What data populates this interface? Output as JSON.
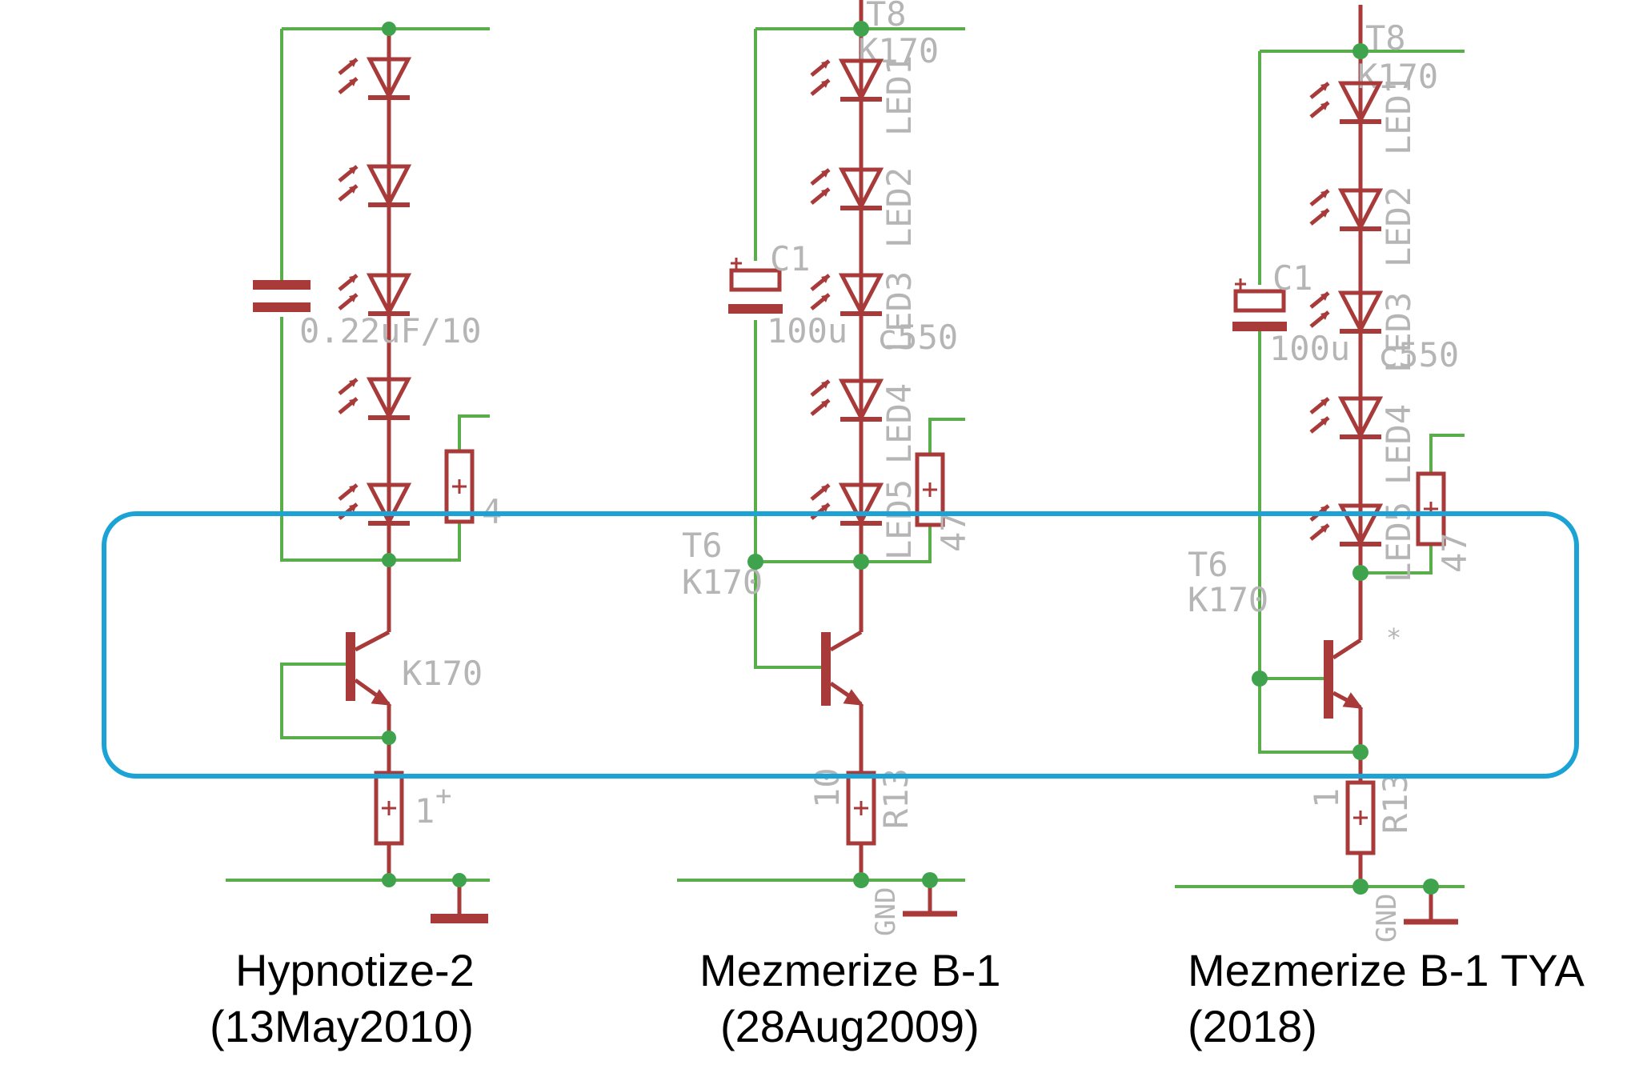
{
  "schematics": [
    {
      "id": "hypnotize2",
      "caption_line1": "Hypnotize-2",
      "caption_line2": "(13May2010)",
      "cap_label": "0.22uF/10",
      "transistor_label": "K170",
      "resistor_label": "1",
      "resistor_mark": "+",
      "sense_label": "4"
    },
    {
      "id": "mezmerizeb1",
      "caption_line1": "Mezmerize B-1",
      "caption_line2": "(28Aug2009)",
      "cap_name": "C1",
      "cap_label": "100u",
      "top_label_a": "T8",
      "top_label_b": "K170",
      "led_labels": [
        "LED1",
        "LED2",
        "LED3",
        "LED4",
        "LED5"
      ],
      "net_label": "c550",
      "node_label_a": "T6",
      "node_label_b": "K170",
      "resistor_name": "R13",
      "resistor_value": "10",
      "sense_label": "47",
      "ground_label": "GND"
    },
    {
      "id": "mezmerizeb1tya",
      "caption_line1": "Mezmerize B-1 TYA",
      "caption_line2": "(2018)",
      "cap_name": "C1",
      "cap_label": "100u",
      "top_label_a": "T8",
      "top_label_b": "K170",
      "led_labels": [
        "LED1",
        "LED2",
        "LED3",
        "LED4",
        "LED5"
      ],
      "net_label": "c550",
      "node_label_a": "T6",
      "node_label_b": "K170",
      "asterisk": "*",
      "resistor_name": "R13",
      "resistor_value": "1",
      "sense_label": "47",
      "ground_label": "GND"
    }
  ],
  "colors": {
    "wire": "#5aae4a",
    "component": "#a83a3a",
    "node": "#3fa34d",
    "label": "#b5b5b5",
    "highlight": "#1ba3d6"
  }
}
